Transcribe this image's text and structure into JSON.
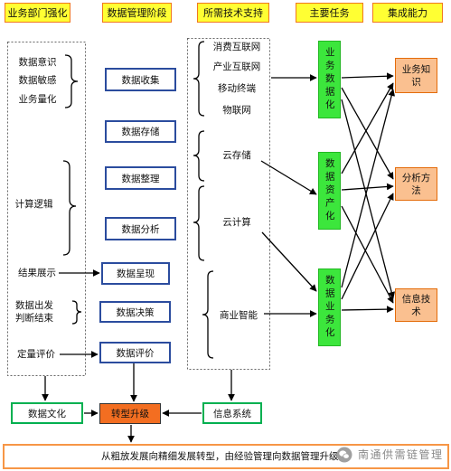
{
  "headers": {
    "business": "业务部门强化",
    "stages": "数据管理阶段",
    "tech": "所需技术支持",
    "tasks": "主要任务",
    "capabilities": "集成能力"
  },
  "business": {
    "awareness": [
      "数据意识",
      "数据敏感",
      "业务量化"
    ],
    "logic": "计算逻辑",
    "display": "结果展示",
    "decision": [
      "数据出发",
      "判断结束"
    ],
    "evaluation": "定量评价"
  },
  "stages": [
    "数据收集",
    "数据存储",
    "数据整理",
    "数据分析",
    "数据呈现",
    "数据决策",
    "数据评价"
  ],
  "tech": {
    "internet": [
      "消费互联网",
      "产业互联网",
      "移动终端",
      "物联网"
    ],
    "storage": "云存储",
    "computing": "云计算",
    "bi": "商业智能"
  },
  "tasks": [
    "业务数据化",
    "数据资产化",
    "数据业务化"
  ],
  "capabilities": [
    "业务知识",
    "分析方法",
    "信息技术"
  ],
  "bottom": {
    "culture": "数据文化",
    "transformation": "转型升级",
    "systems": "信息系统",
    "conclusion": "从粗放发展向精细发展转型，由经验管理向数据管理升级"
  },
  "watermark": {
    "icon": "wechat-logo",
    "text": "南通供需链管理"
  },
  "colors": {
    "header_fill": "#FFFF33",
    "header_border": "#F0781E",
    "stage_border": "#2B4C9E",
    "task_fill": "#3CE63C",
    "task_border": "#22B822",
    "capability_fill": "#FAC090",
    "capability_border": "#E46C0A",
    "transformation_fill": "#F36E21",
    "bottom_box_border": "#00B050",
    "conclusion_border": "#F79646",
    "arrow": "#000000",
    "dashed_border": "#666666",
    "watermark": "#8A8A8A"
  }
}
